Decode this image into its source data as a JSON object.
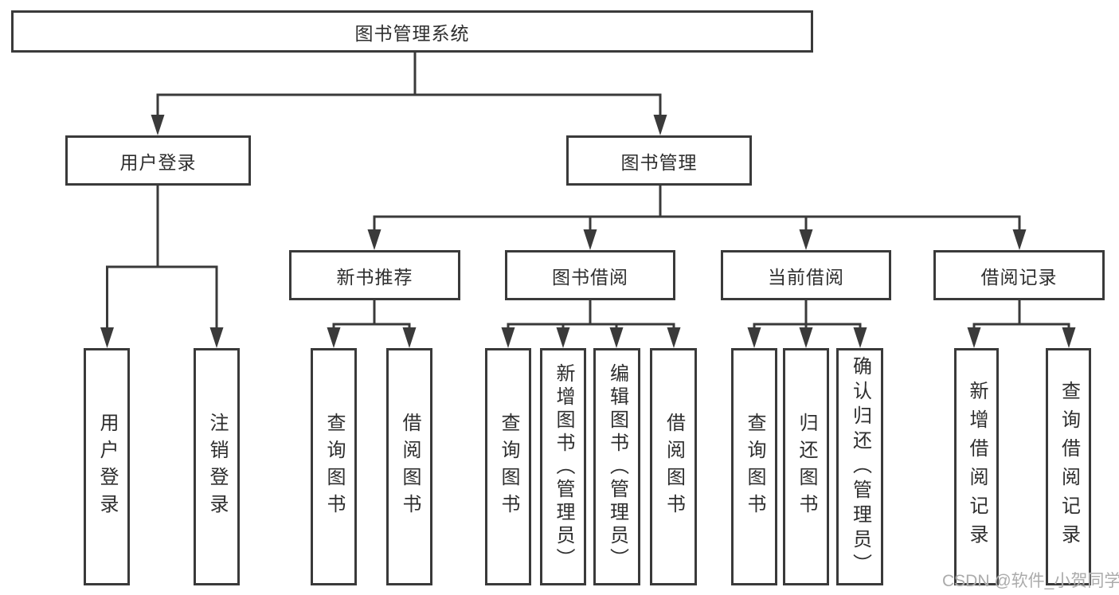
{
  "diagram": {
    "title": "图书管理系统",
    "nodes": {
      "root": {
        "label": "图书管理系统"
      },
      "user_login": {
        "label": "用户登录"
      },
      "book_mgmt": {
        "label": "图书管理"
      },
      "new_book_rec": {
        "label": "新书推荐"
      },
      "book_borrow": {
        "label": "图书借阅"
      },
      "current_borrow": {
        "label": "当前借阅"
      },
      "borrow_record": {
        "label": "借阅记录"
      },
      "leaf_user_login": {
        "label": "用户登录"
      },
      "leaf_logout": {
        "label": "注销登录"
      },
      "leaf_query_book_rec": {
        "label": "查询图书"
      },
      "leaf_borrow_book_rec": {
        "label": "借阅图书"
      },
      "leaf_query_book_borrow": {
        "label": "查询图书"
      },
      "leaf_add_book": {
        "label": "新增图书（管理员）"
      },
      "leaf_edit_book": {
        "label": "编辑图书（管理员）"
      },
      "leaf_borrow_book": {
        "label": "借阅图书"
      },
      "leaf_query_book_current": {
        "label": "查询图书"
      },
      "leaf_return_book": {
        "label": "归还图书"
      },
      "leaf_confirm_return": {
        "label": "确认归还（管理员）"
      },
      "leaf_add_borrow_record": {
        "label": "新增借阅记录"
      },
      "leaf_query_borrow_record": {
        "label": "查询借阅记录"
      }
    },
    "line_color": "#3a3a3a",
    "watermark": "CSDN @软件_小贺同学"
  }
}
